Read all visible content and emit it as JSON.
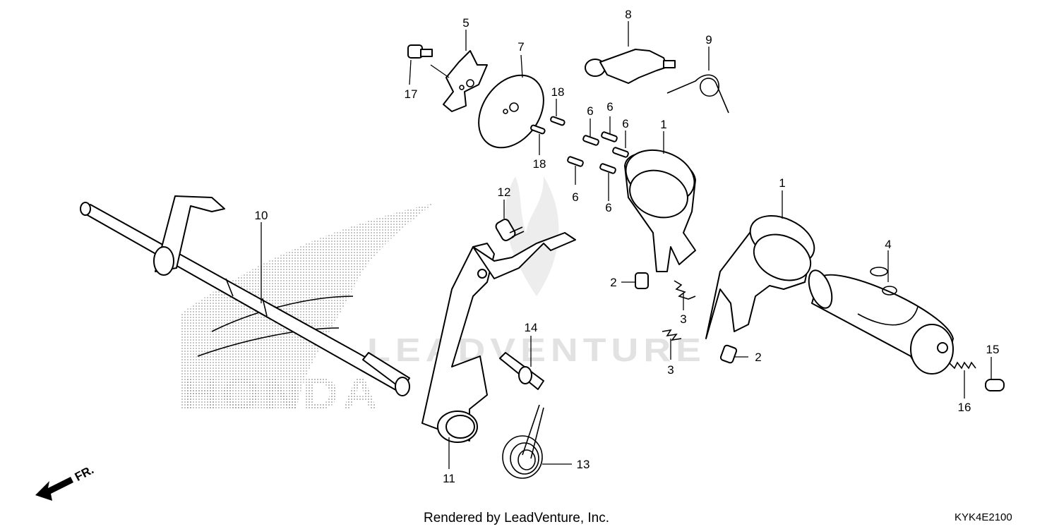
{
  "logo": {
    "brand_text": "HONDA"
  },
  "watermark": {
    "text": "LEADVENTURE"
  },
  "direction_indicator": {
    "label": "FR."
  },
  "callouts": {
    "c1a": "1",
    "c1b": "1",
    "c2a": "2",
    "c2b": "2",
    "c3a": "3",
    "c3b": "3",
    "c4": "4",
    "c5": "5",
    "c6a": "6",
    "c6b": "6",
    "c6c": "6",
    "c6d": "6",
    "c6e": "6",
    "c7": "7",
    "c8": "8",
    "c9": "9",
    "c10": "10",
    "c11": "11",
    "c12": "12",
    "c13": "13",
    "c14": "14",
    "c15": "15",
    "c16": "16",
    "c17": "17",
    "c18a": "18",
    "c18b": "18"
  },
  "footer": {
    "rendered_by": "Rendered by LeadVenture, Inc.",
    "diagram_code": "KYK4E2100"
  },
  "colors": {
    "line": "#000000",
    "background": "#ffffff",
    "logo_dots": "#9a9a9a",
    "watermark": "#e2e2e2"
  }
}
